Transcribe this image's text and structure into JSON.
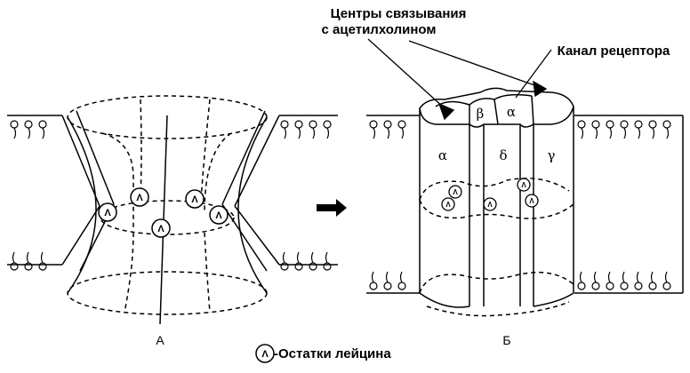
{
  "labels": {
    "binding_sites_line1": "Центры связывания",
    "binding_sites_line2": "с ацетилхолином",
    "receptor_channel": "Канал рецептора",
    "panel_a": "А",
    "panel_b": "Б",
    "legend_symbol": "Λ",
    "legend_text": "-Остатки лейцина"
  },
  "subunits": {
    "top_beta": "β",
    "top_alpha": "α",
    "side_alpha": "α",
    "side_delta": "δ",
    "side_gamma": "γ"
  },
  "leucine_symbol": "Λ"
}
